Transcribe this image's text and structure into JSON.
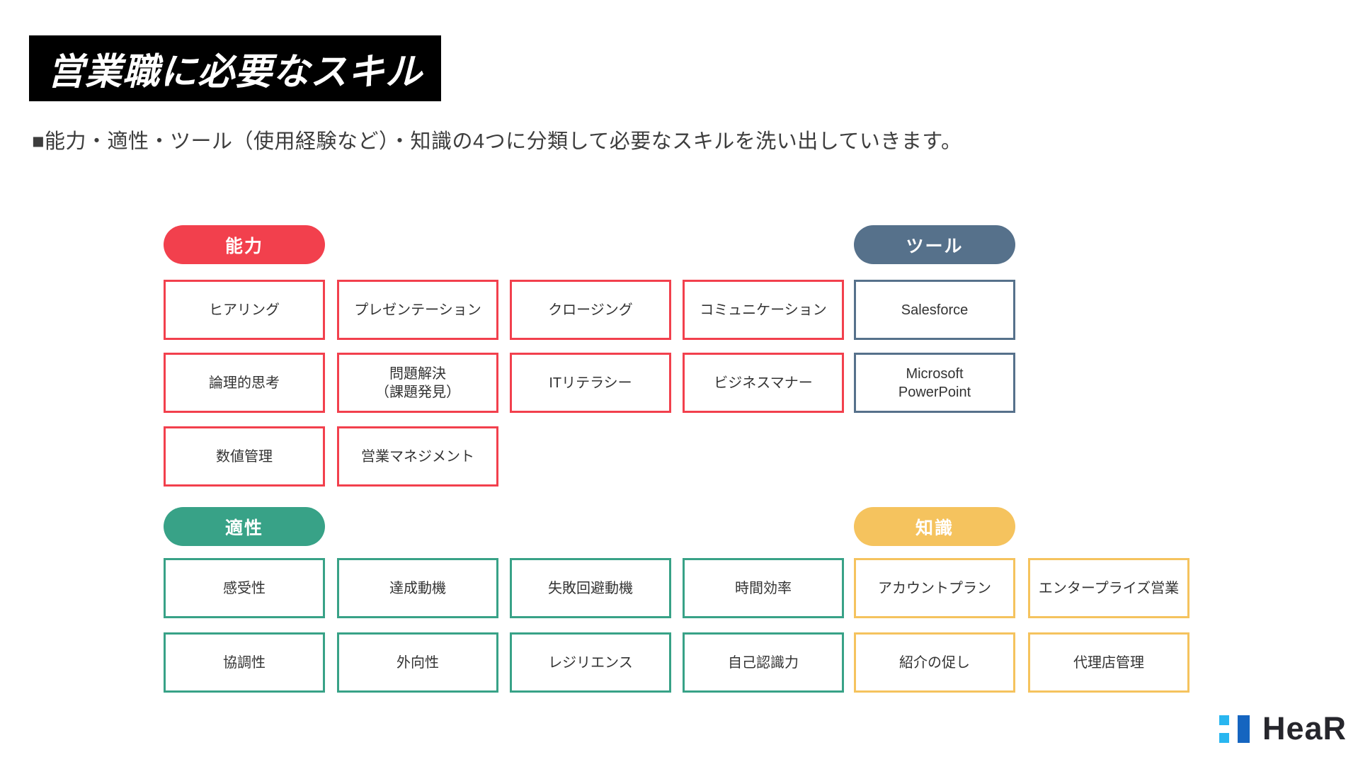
{
  "slide": {
    "title": "営業職に必要なスキル",
    "subtitle": "■能力・適性・ツール（使用経験など）・知識の4つに分類して必要なスキルを洗い出していきます。"
  },
  "colors": {
    "ability": "#F2404D",
    "tools": "#56718B",
    "aptitude": "#38A287",
    "knowledge": "#F5C35E",
    "logo-light": "#29B6F0",
    "logo-dark": "#1565C0"
  },
  "sections": {
    "ability": {
      "label": "能力",
      "items": [
        "ヒアリング",
        "プレゼンテーション",
        "クロージング",
        "コミュニケーション",
        "論理的思考",
        "問題解決\n（課題発見）",
        "ITリテラシー",
        "ビジネスマナー",
        "数値管理",
        "営業マネジメント"
      ]
    },
    "tools": {
      "label": "ツール",
      "items": [
        "Salesforce",
        "Microsoft\nPowerPoint"
      ]
    },
    "aptitude": {
      "label": "適性",
      "items": [
        "感受性",
        "達成動機",
        "失敗回避動機",
        "時間効率",
        "協調性",
        "外向性",
        "レジリエンス",
        "自己認識力"
      ]
    },
    "knowledge": {
      "label": "知識",
      "items": [
        "アカウントプラン",
        "エンタープライズ営業",
        "紹介の促し",
        "代理店管理"
      ]
    }
  },
  "logo": {
    "text": "HeaR"
  }
}
